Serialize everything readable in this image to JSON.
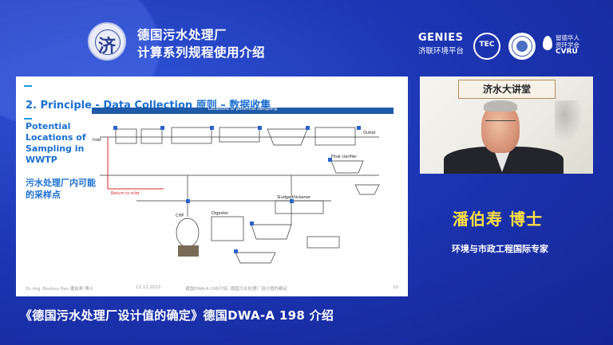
{
  "header": {
    "seal_glyph": "济",
    "title_line1": "德国污水处理厂",
    "title_line2": "计算系列规程使用介绍"
  },
  "logos": {
    "genies_name": "GENIES",
    "genies_sub": "济联环境平台",
    "tec_label": "TEC",
    "cvru_line1": "留德华人",
    "cvru_line2": "资环学会",
    "cvru_abbr": "CVRU"
  },
  "slide": {
    "heading": "2. Principle - Data Collection 原则 – 数据收集",
    "left_en": "Potential Locations of Sampling in WWTP",
    "left_cn": "污水处理厂内可能的采样点",
    "diagram_banner": "Locations of potential sampling",
    "diagram_labels": {
      "inlet": "Inlet",
      "return": "Return to inlet",
      "chp": "CHP",
      "digester": "Digester",
      "sludge_thickener": "Sludge thickener",
      "final_clarifier": "Final clarifier",
      "outlet": "Outlet"
    },
    "footer_author": "Dr.-Ing. Boshou Pan 潘伯寿 博士",
    "footer_date": "11.12.2022",
    "footer_topic": "德国DWA-A 198介绍: 德国污水处理厂设计值的确定",
    "page_number": "10"
  },
  "video": {
    "banner": "济水大讲堂"
  },
  "speaker": {
    "name": "潘伯寿 博士",
    "title": "环境与市政工程国际专家"
  },
  "caption": "《德国污水处理厂设计值的确定》德国DWA-A 198 介绍",
  "colors": {
    "background": "#1d36b5",
    "speaker_name": "#ffe043",
    "slide_heading": "#1a6fd1",
    "return_line": "#d42a2a"
  }
}
